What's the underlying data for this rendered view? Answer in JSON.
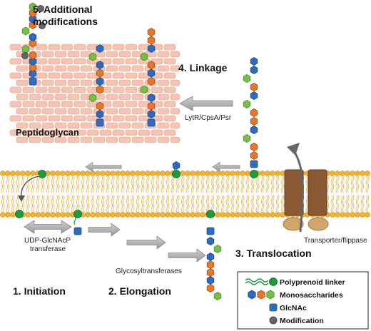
{
  "steps": {
    "initiation": "1. Initiation",
    "elongation": "2. Elongation",
    "translocation": "3. Translocation",
    "linkage": "4. Linkage",
    "modifications_line1": "5. Additional",
    "modifications_line2": "modifications"
  },
  "enzymes": {
    "udp_line1": "UDP-GlcNAcP",
    "udp_line2": "transferase",
    "glycosyltransferases": "Glycosyltransferases",
    "transporter": "Transporter/flippase",
    "linkage_enzymes": "LytR/CpsA/Psr"
  },
  "peptidoglycan_label": "Peptidoglycan",
  "legend": {
    "items": [
      {
        "label": "Polyprenoid linker",
        "icon": "linker-icon"
      },
      {
        "label": "Monosaccharides",
        "icon": "monosaccharide-icon"
      },
      {
        "label": "GlcNAc",
        "icon": "glcnac-icon"
      },
      {
        "label": "Modification",
        "icon": "modification-icon"
      }
    ]
  },
  "colors": {
    "membrane_head": "#f0b233",
    "membrane_tail": "#e7b85a",
    "peptidoglycan_fill": "#f6c4b2",
    "peptidoglycan_stroke": "#e39a80",
    "linker_green": "#1f9a3c",
    "hexose_orange": "#e8772b",
    "hexose_blue": "#2d6bbf",
    "hexose_green": "#77bf45",
    "glcnac_blue": "#2e6cc0",
    "modification_gray": "#666666",
    "arrow_gray": "#b4b4b4",
    "transporter_brown": "#8a5a34",
    "transporter_tan": "#c89a5e"
  }
}
